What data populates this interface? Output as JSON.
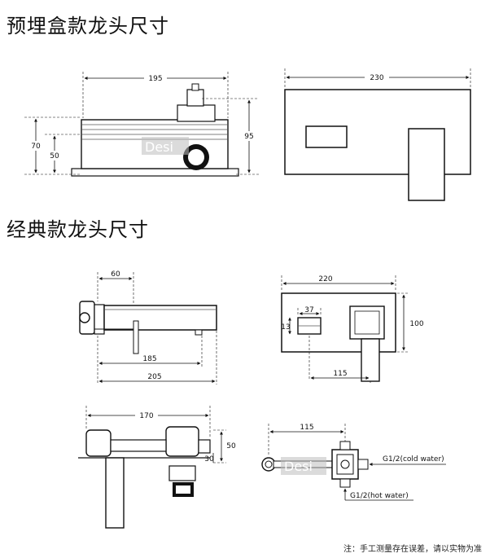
{
  "headings": {
    "concealed_box": "预埋盒款龙头尺寸",
    "classic": "经典款龙头尺寸"
  },
  "dimensions": {
    "box_width": "195",
    "box_height_total": "70",
    "box_height_inner": "50",
    "box_height_right": "95",
    "plate_width": "230",
    "classic_top_offset": "60",
    "classic_len_1": "185",
    "classic_len_2": "205",
    "classic_plate_width": "220",
    "classic_plate_height": "100",
    "classic_outlet_width": "37",
    "classic_outlet_height": "13",
    "classic_spacing": "115",
    "mixer_len": "170",
    "mixer_h1": "50",
    "mixer_h2": "30",
    "mixer_spacing": "115"
  },
  "labels": {
    "cold_water": "G1/2(cold water)",
    "hot_water": "G1/2(hot water)"
  },
  "watermarks": {
    "top": "Desi",
    "bottom": "Desi"
  },
  "footer_note": "注：手工测量存在误差，请以实物为准"
}
